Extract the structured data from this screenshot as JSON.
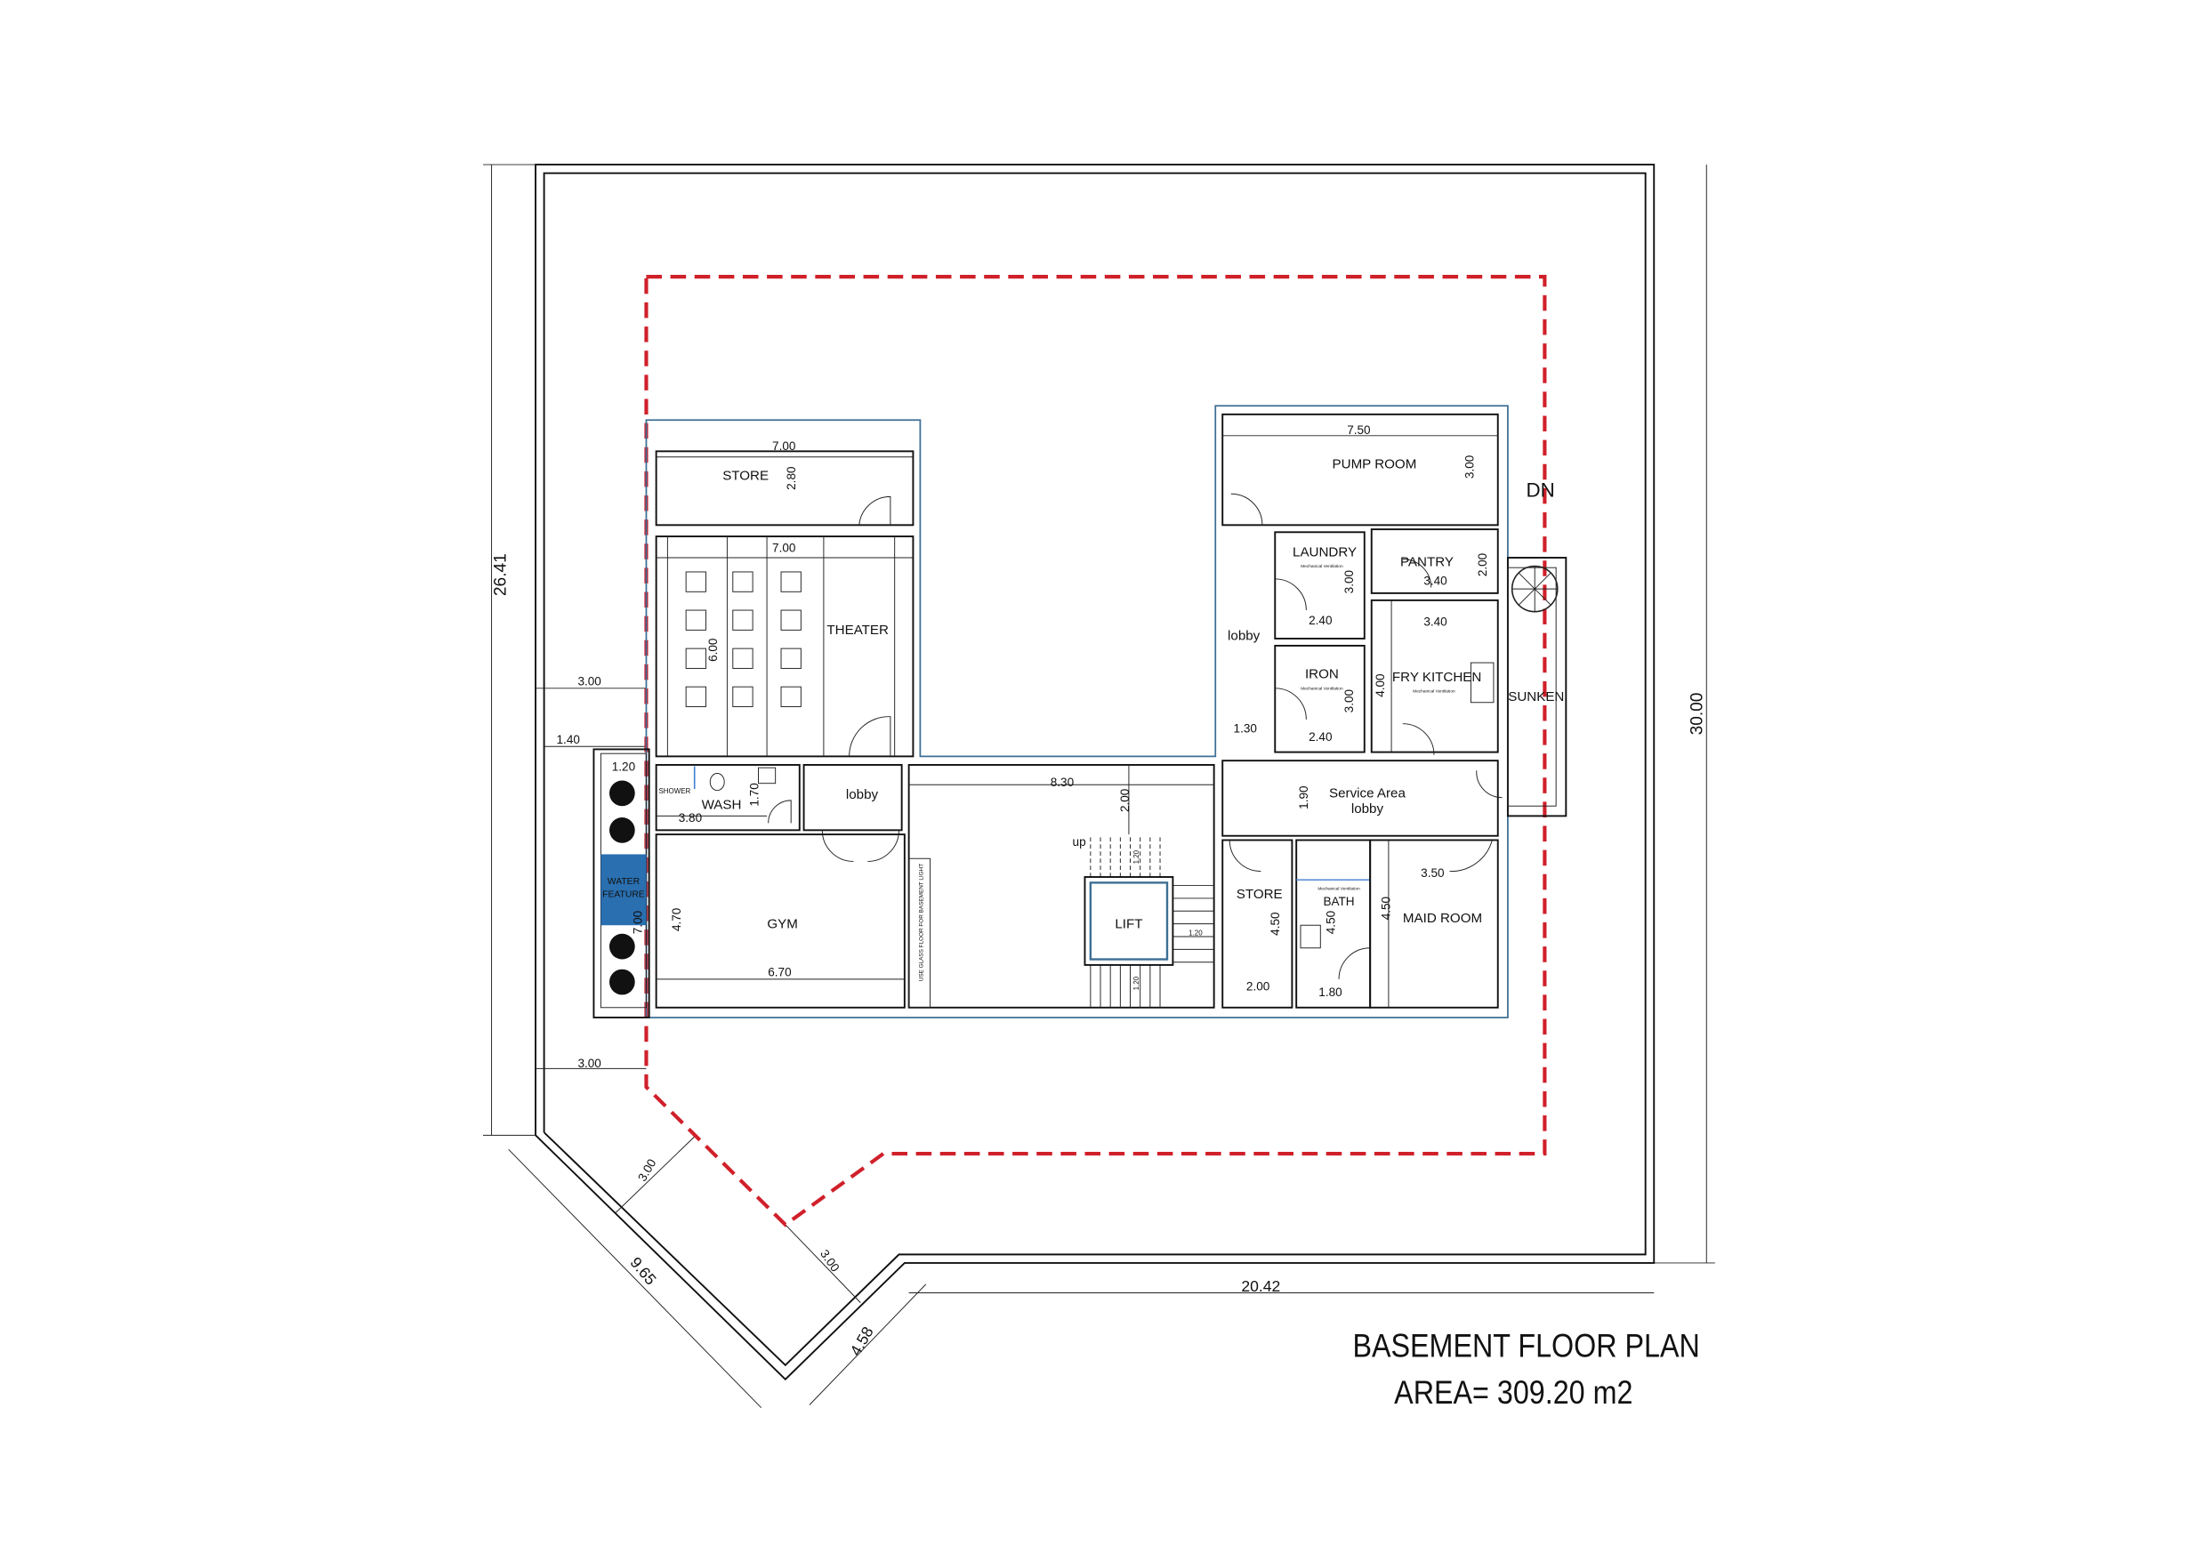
{
  "title": "BASEMENT FLOOR PLAN",
  "area": "AREA= 309.20 m2",
  "colors": {
    "boundary": "#d0202a",
    "outline": "#3d6e94",
    "water": "#2a6fb0"
  },
  "site_dims": {
    "left": "26.41",
    "right": "30.00",
    "bottom": "20.42",
    "diag_long": "9.65",
    "diag_short": "4.58",
    "setback_diag_1": "3.00",
    "setback_diag_2": "3.00",
    "setback_top": "3.00",
    "setback_bottom": "3.00",
    "planter_offset": "1.40",
    "dn": "DN"
  },
  "left_wing": {
    "store": {
      "label": "STORE",
      "w": "7.00",
      "h": "2.80"
    },
    "theater": {
      "label": "THEATER",
      "w": "7.00",
      "h": "6.00"
    },
    "wash": {
      "label": "WASH",
      "shower": "SHOWER",
      "w": "3.80",
      "h": "1.70"
    },
    "lobby": {
      "label": "lobby"
    },
    "gym": {
      "label": "GYM",
      "w": "6.70",
      "h": "4.70"
    },
    "water_feature": {
      "label1": "WATER",
      "label2": "FEATURE",
      "w": "1.20",
      "h": "7.00"
    }
  },
  "center": {
    "w": "8.30",
    "h": "2.00",
    "up": "up",
    "lift": "LIFT",
    "glass_note": "USE GLASS FLOOR FOR BASEMENT LIGHT",
    "step1": "1.20",
    "step2": "1.20",
    "step3": "1.20"
  },
  "right_wing": {
    "pump": {
      "label": "PUMP ROOM",
      "w": "7.50",
      "h": "3.00"
    },
    "laundry": {
      "label": "LAUNDRY",
      "note": "Mechanical Ventilation",
      "w": "2.40",
      "h": "3.00"
    },
    "iron": {
      "label": "IRON",
      "note": "Mechanical Ventilation",
      "w": "2.40",
      "h": "3.00"
    },
    "pantry": {
      "label": "PANTRY",
      "w": "3.40",
      "h": "2.00"
    },
    "fry": {
      "label": "FRY KITCHEN",
      "note": "Mechanical Ventilation",
      "w": "3.40",
      "h": "4.00"
    },
    "lobby": {
      "label": "lobby",
      "w": "1.30"
    },
    "service": {
      "label1": "Service Area",
      "label2": "lobby",
      "h": "1.90"
    },
    "sunken": {
      "label": "SUNKEN"
    },
    "store": {
      "label": "STORE",
      "w": "2.00",
      "h": "4.50"
    },
    "bath": {
      "label": "BATH",
      "note": "Mechanical Ventilation",
      "w": "1.80",
      "h": "4.50"
    },
    "maid": {
      "label": "MAID ROOM",
      "w": "3.50",
      "h": "4.50"
    }
  }
}
